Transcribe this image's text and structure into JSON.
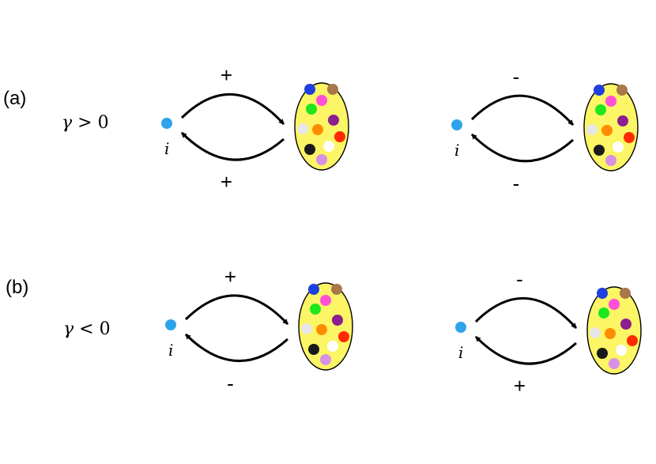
{
  "colors": {
    "node": "#2ea3ec",
    "ellipse_fill": "#fcf565",
    "ellipse_stroke": "#000000",
    "arrow": "#000000",
    "dots": [
      "#1f3fe0",
      "#a8784a",
      "#ff4fd6",
      "#1ee61e",
      "#8b1f8f",
      "#e6e6e6",
      "#ff8c00",
      "#ff2a00",
      "#1a1a1a",
      "#ffffff",
      "#d890e6"
    ]
  },
  "panels": [
    {
      "label": "(a)",
      "condition": {
        "var": "γ",
        "op": ">",
        "value": "0"
      },
      "diagrams": [
        {
          "node_label": "i",
          "top_sign": "+",
          "bottom_sign": "+"
        },
        {
          "node_label": "i",
          "top_sign": "-",
          "bottom_sign": "-"
        }
      ]
    },
    {
      "label": "(b)",
      "condition": {
        "var": "γ",
        "op": "<",
        "value": "0"
      },
      "diagrams": [
        {
          "node_label": "i",
          "top_sign": "+",
          "bottom_sign": "-"
        },
        {
          "node_label": "i",
          "top_sign": "-",
          "bottom_sign": "+"
        }
      ]
    }
  ]
}
